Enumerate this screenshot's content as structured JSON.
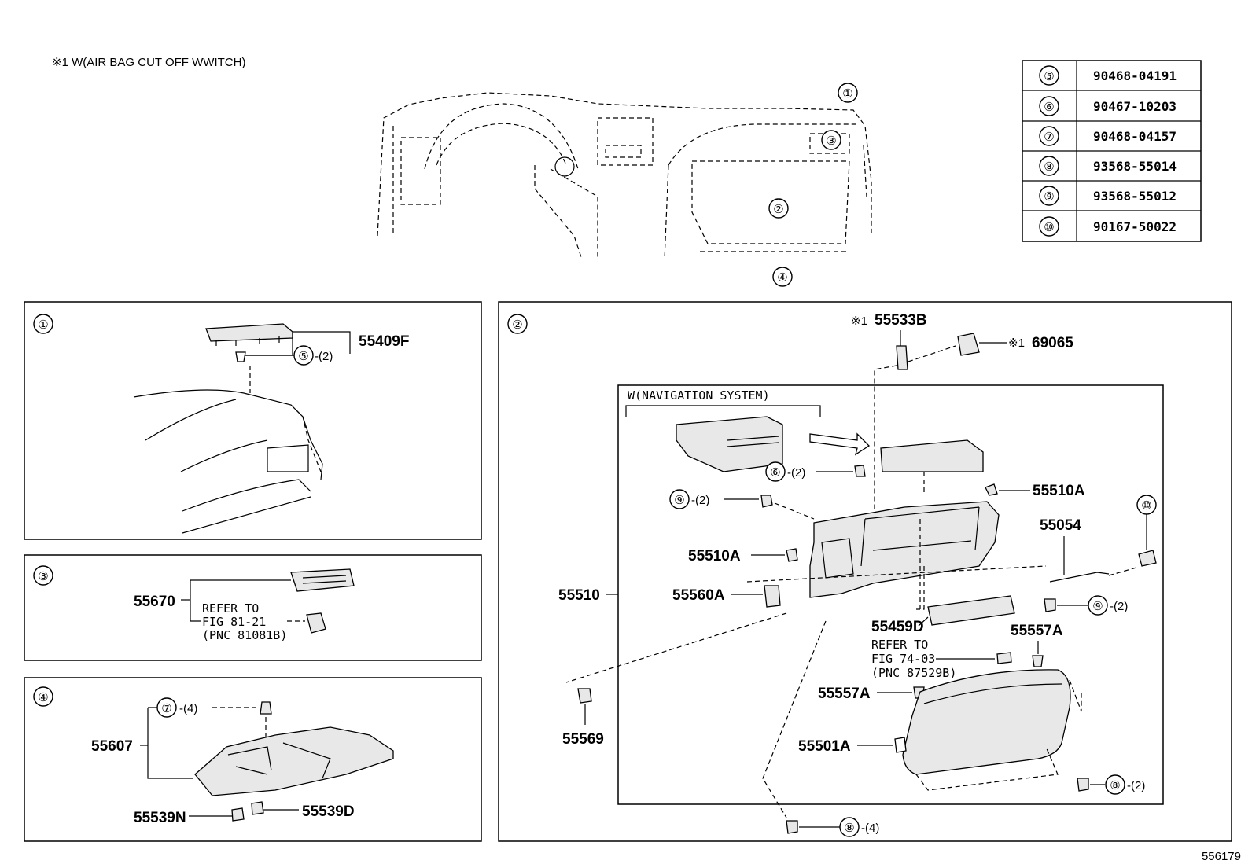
{
  "note": "※1  W(AIR BAG CUT OFF WWITCH)",
  "figure_id": "556179",
  "circle_nums": [
    "①",
    "②",
    "③",
    "④",
    "⑤",
    "⑥",
    "⑦",
    "⑧",
    "⑨",
    "⑩"
  ],
  "fastener_table": [
    {
      "num": "⑤",
      "part": "90468-04191"
    },
    {
      "num": "⑥",
      "part": "90467-10203"
    },
    {
      "num": "⑦",
      "part": "90468-04157"
    },
    {
      "num": "⑧",
      "part": "93568-55014"
    },
    {
      "num": "⑨",
      "part": "93568-55012"
    },
    {
      "num": "⑩",
      "part": "90167-50022"
    }
  ],
  "panel1": {
    "part_55409F": "55409F",
    "qty_5": "-(2)"
  },
  "panel3": {
    "part_55670": "55670",
    "refer_to": "REFER TO",
    "fig": "FIG 81-21",
    "pnc": "(PNC 81081B)"
  },
  "panel4": {
    "part_55607": "55607",
    "qty_7": "-(4)",
    "part_55539N": "55539N",
    "part_55539D": "55539D"
  },
  "panel2": {
    "mark_1": "※1",
    "part_55533B": "55533B",
    "part_69065": "69065",
    "nav_label": "W(NAVIGATION SYSTEM)",
    "qty_6": "-(2)",
    "qty_9a": "-(2)",
    "part_55510A_r": "55510A",
    "part_55054": "55054",
    "part_55510A_l": "55510A",
    "part_55510": "55510",
    "part_55560A": "55560A",
    "qty_9b": "-(2)",
    "part_55459D": "55459D",
    "part_55557A_r": "55557A",
    "refer_to": "REFER TO",
    "fig": "FIG 74-03",
    "pnc": "(PNC 87529B)",
    "part_55557A_l": "55557A",
    "part_55569": "55569",
    "part_55501A": "55501A",
    "qty_8a": "-(2)",
    "qty_8b": "-(4)"
  }
}
